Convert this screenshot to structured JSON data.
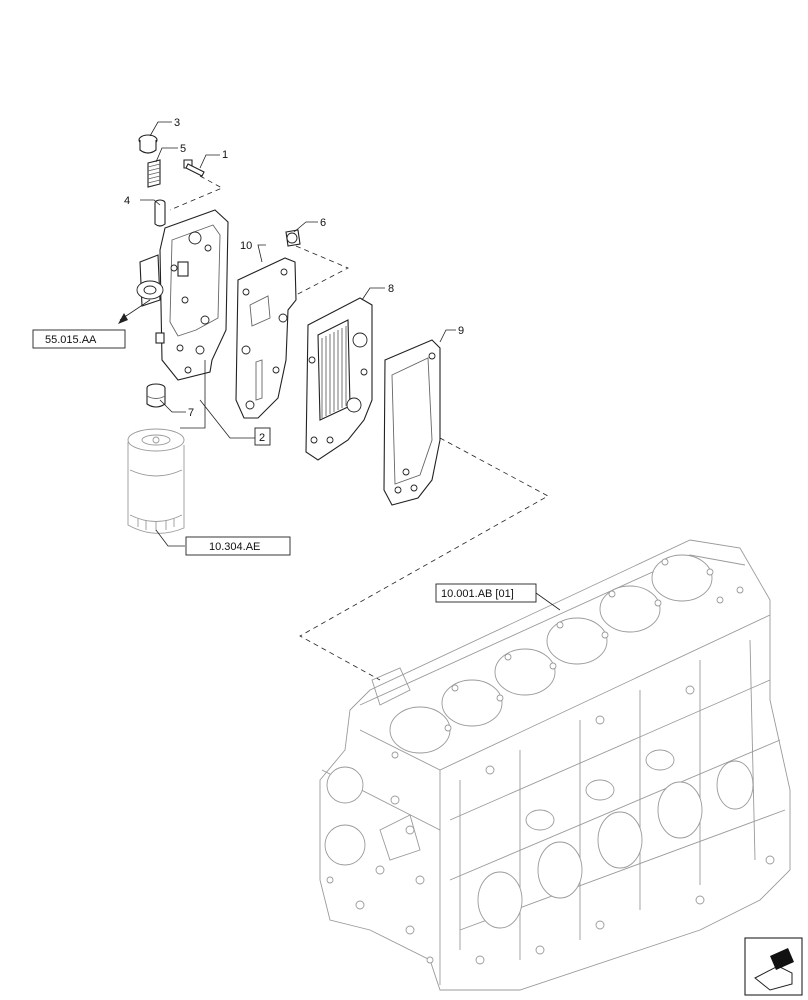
{
  "callouts": [
    "1",
    "2",
    "3",
    "4",
    "5",
    "6",
    "7",
    "8",
    "9",
    "10"
  ],
  "references": {
    "ref_55015": "55.015.AA",
    "ref_10304": "10.304.AE",
    "ref_10001": "10.001.AB [01]"
  },
  "icons": {
    "nav_icon": "next-page-arrow-icon"
  }
}
